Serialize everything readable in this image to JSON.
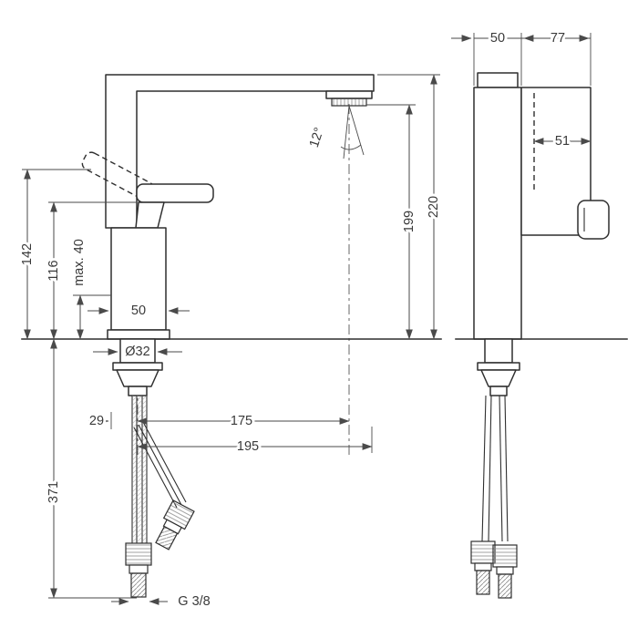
{
  "colors": {
    "outline": "#2f2f2f",
    "dimension": "#4a4a4a",
    "background": "#ffffff"
  },
  "front_view": {
    "height_to_handle_raised": "142",
    "height_to_handle": "116",
    "max_mounting_thickness": "max. 40",
    "body_width": "50",
    "mounting_hole_diameter": "Ø32",
    "center_offset": "29",
    "spout_reach": "175",
    "overall_projection": "195",
    "hose_length": "371",
    "spray_angle": "12°",
    "spout_height": "199",
    "overall_height": "220",
    "connection_thread": "G 3/8"
  },
  "side_view": {
    "body_depth": "50",
    "spout_depth": "77",
    "aerator_offset": "51"
  }
}
